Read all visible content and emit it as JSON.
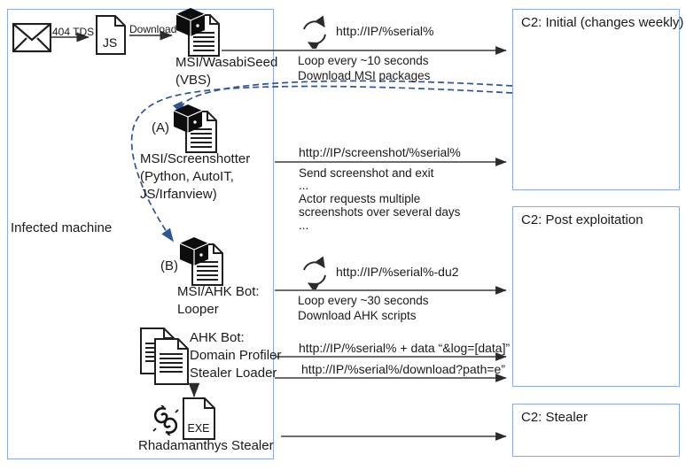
{
  "infected_machine": {
    "label": "Infected machine"
  },
  "c2_initial": {
    "label": "C2: Initial (changes weekly)"
  },
  "c2_post": {
    "label": "C2: Post exploitation"
  },
  "c2_stealer": {
    "label": "C2: Stealer"
  },
  "chain": {
    "tds_label": "404 TDS",
    "js_label": "JS",
    "download_label": "Download",
    "wasabiseed": {
      "line1": "MSI/WasabiSeed",
      "line2": "(VBS)"
    },
    "marker_a": "(A)",
    "screenshotter": {
      "line1": "MSI/Screenshotter",
      "line2": "(Python, AutoIT,",
      "line3": "JS/Irfanview)"
    },
    "marker_b": "(B)",
    "ahk_looper": {
      "line1": "MSI/AHK Bot:",
      "line2": "Looper"
    },
    "ahk_scripts": {
      "line1": "AHK Bot:",
      "line2": "Domain Profiler",
      "line3": "Stealer Loader"
    },
    "exe_label": "EXE",
    "rhadamanthys_label": "Rhadamanthys Stealer"
  },
  "comms": {
    "initial_loop": {
      "url": "http://IP/%serial%",
      "note1": "Loop every ~10 seconds",
      "note2": "Download MSI packages"
    },
    "screenshot": {
      "url": "http://IP/screenshot/%serial%",
      "note1": "Send screenshot and exit"
    },
    "actor_note": {
      "dots_top": "...",
      "line1": "Actor requests multiple",
      "line2": "screenshots over several days",
      "dots_bottom": "..."
    },
    "ahk_loop": {
      "url": "http://IP/%serial%-du2",
      "note1": "Loop every ~30 seconds",
      "note2": "Download AHK scripts"
    },
    "log_post": {
      "url": "http://IP/%serial%  + data “&log=[data]”"
    },
    "download_path": {
      "url": "http://IP/%serial%/download?path=e”"
    }
  },
  "colors": {
    "box_border": "#8faadc",
    "dashed_arrow": "#2f5597",
    "line": "#2b2b2b"
  }
}
